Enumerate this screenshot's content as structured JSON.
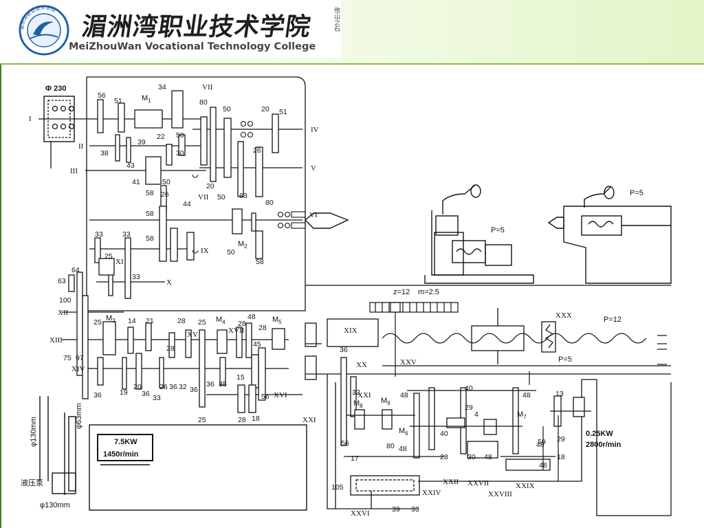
{
  "header": {
    "college_name_cn": "湄洲湾职业技术学院",
    "college_name_en": "MeiZhouWan Vocational Technology College",
    "seal_text": "湄洲湾职业技术学院",
    "vertical_note": "他山之石"
  },
  "labels": {
    "pulley": "Φ 230",
    "shaft_I": "I",
    "shaft_II": "II",
    "shaft_III": "III",
    "shaft_IV": "IV",
    "shaft_V": "V",
    "shaft_VI": "VI",
    "shaft_VII_top": "VII",
    "shaft_VII": "VII",
    "shaft_IX": "IX",
    "shaft_X": "X",
    "shaft_XI": "XI",
    "shaft_XII": "XII",
    "shaft_XIII": "XIII",
    "shaft_XIV": "XIV",
    "shaft_XV": "XV",
    "shaft_XVI": "XVI",
    "shaft_XVII": "XVII",
    "shaft_XIX": "XIX",
    "shaft_XX": "XX",
    "shaft_XXI_a": "XXI",
    "shaft_XXI_b": "XXI",
    "shaft_XXII": "XXII",
    "shaft_XXIV": "XXIV",
    "shaft_XXV": "XXV",
    "shaft_XXVI": "XXVI",
    "shaft_XXVII": "XXVII",
    "shaft_XXVIII": "XXVIII",
    "shaft_XXIX": "XXIX",
    "shaft_XXX": "XXX",
    "clutch_M1": "M",
    "clutch_M1_sub": "1",
    "clutch_M2": "M",
    "clutch_M2_sub": "2",
    "clutch_M3": "M",
    "clutch_M3_sub": "3",
    "clutch_M4": "M",
    "clutch_M4_sub": "4",
    "clutch_M5": "M",
    "clutch_M5_sub": "5",
    "clutch_M6": "M",
    "clutch_M6_sub": "6",
    "clutch_M7": "M",
    "clutch_M7_sub": "7",
    "clutch_M8": "M",
    "clutch_M8_sub": "8",
    "clutch_M9": "M",
    "clutch_M9_sub": "9",
    "motor_main_power": "7.5KW",
    "motor_main_speed": "1450r/min",
    "motor_fast_power": "0.25KW",
    "motor_fast_speed": "2800r/min",
    "pitch_p5_a": "P=5",
    "pitch_p5_b": "P=5",
    "pitch_p5_c": "P=5",
    "pitch_p12": "P=12",
    "rack_z": "z=12",
    "rack_m": "m=2.5",
    "pump": "液压泵",
    "dia_130_top": "φ130mm",
    "dia_63": "φ63mm",
    "dia_130_bottom": "φ130mm"
  },
  "gear_numbers": {
    "g56": "56",
    "g51": "51",
    "g34": "34",
    "g80a": "80",
    "g50a": "50",
    "g20a": "20",
    "g51b": "51",
    "g22": "22",
    "g50b": "50",
    "g30": "30",
    "g38": "38",
    "g43": "43",
    "g39": "39",
    "g26a": "26",
    "g41": "41",
    "g50c": "50",
    "g20b": "20",
    "g50d": "50",
    "g63": "63",
    "g80b": "80",
    "g58a": "58",
    "g26b": "26",
    "g44": "44",
    "g58b": "58",
    "g58c": "58",
    "g50e": "50",
    "g58d": "58",
    "g33a": "33",
    "g33b": "33",
    "g25a": "25",
    "g33c": "33",
    "g64": "64",
    "g63b": "63",
    "g100": "100",
    "g25b": "25",
    "g14": "14",
    "g21": "21",
    "g28a": "28",
    "g25c": "25",
    "g48a": "48",
    "g28b": "28",
    "g75": "75",
    "g97": "97",
    "g28c": "28",
    "g45": "45",
    "g28d": "28",
    "g36a": "36",
    "g19": "19",
    "g20c": "20",
    "g36b": "36",
    "g33d": "33",
    "g26c": "26",
    "g36c": "36",
    "g32": "32",
    "g36d": "36",
    "g36e": "36",
    "g35": "35",
    "g15": "15",
    "g56b": "56",
    "g25d": "25",
    "g28e": "28",
    "g18a": "18",
    "g36f": "36",
    "g32b": "32",
    "g56c": "56",
    "g48b": "48",
    "g40a": "40",
    "g48c": "48",
    "g29a": "29",
    "g4": "4",
    "g40b": "40",
    "g13": "13",
    "g29b": "29",
    "g17": "17",
    "g80c": "80",
    "g48d": "48",
    "g28f": "28",
    "g30b": "30",
    "g48e": "48",
    "g48f": "48",
    "g59": "59",
    "g48g": "48",
    "g18b": "18",
    "g105": "105",
    "g39b": "39",
    "g33e": "33"
  },
  "colors": {
    "ink": "#111111",
    "header_accent": "#7fbf4a",
    "header_bg_end": "#e3f5c8",
    "seal_blue": "#1f5fa8"
  }
}
